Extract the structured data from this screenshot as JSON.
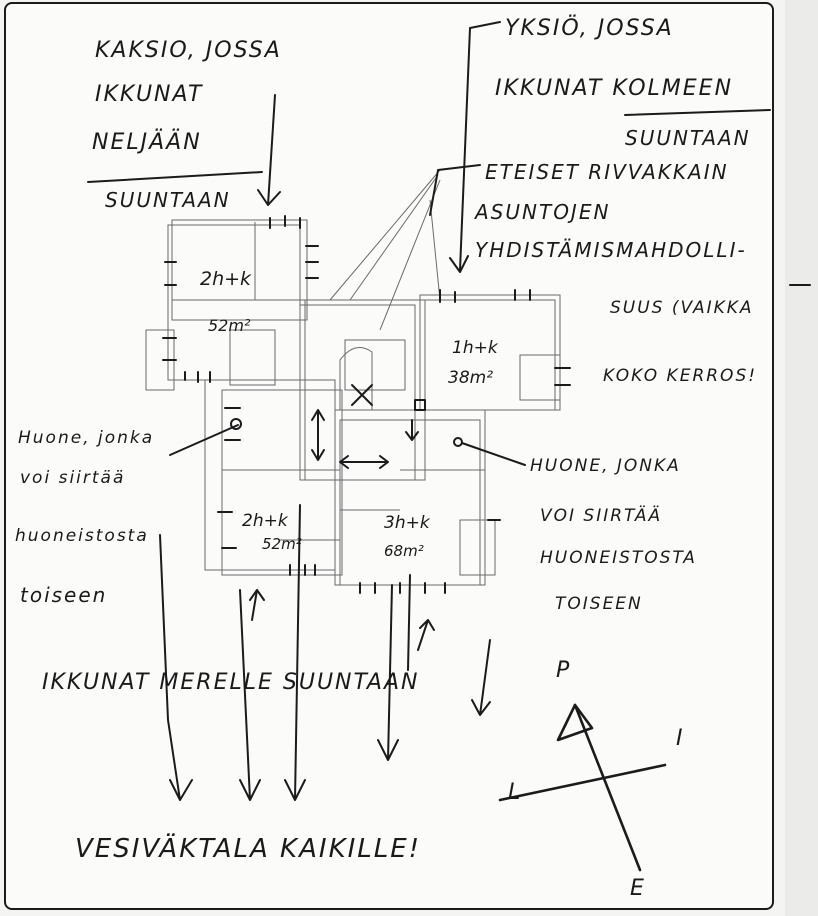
{
  "notes": {
    "four_directions": [
      "KAKSIO, JOSSA",
      "IKKUNAT",
      "NELJÄÄN",
      "SUUNTAAN"
    ],
    "three_directions": [
      "YKSIÖ, JOSSA",
      "IKKUNAT KOLMEEN",
      "SUUNTAAN"
    ],
    "merge_possibility": [
      "ETEISET RIVVAKKAIN",
      "ASUNTOJEN",
      "YHDISTÄMISMAHDOLLI-",
      "SUUS (VAIKKA",
      "KOKO KERROS!"
    ],
    "left_bathroom": [
      "Huone, jonka",
      "voi siirtää",
      "huoneistosta",
      "toiseen"
    ],
    "right_bathroom": [
      "HUONE, JONKA",
      "VOI SIIRTÄÄ",
      "HUONEISTOSTA",
      "TOISEEN"
    ],
    "windows_sea": "IKKUNAT MERELLE SUUNTAAN",
    "sea_view": "VESIVÄKTALA KAIKILLE!"
  },
  "rooms": {
    "top_left": {
      "type": "2h+k",
      "area": "52m²"
    },
    "right": {
      "type": "1h+k",
      "area": "38m²"
    },
    "bottom_left": {
      "type": "2h+k",
      "area": "52m²"
    },
    "bottom_right": {
      "type": "3h+k",
      "area": "68m²"
    }
  },
  "compass": {
    "north": "P",
    "west": "L",
    "east": "I",
    "south": "E"
  },
  "colors": {
    "ink": "#1b1b1b",
    "paper": "#fbfbfa",
    "pencil": "#6a6a6a"
  }
}
